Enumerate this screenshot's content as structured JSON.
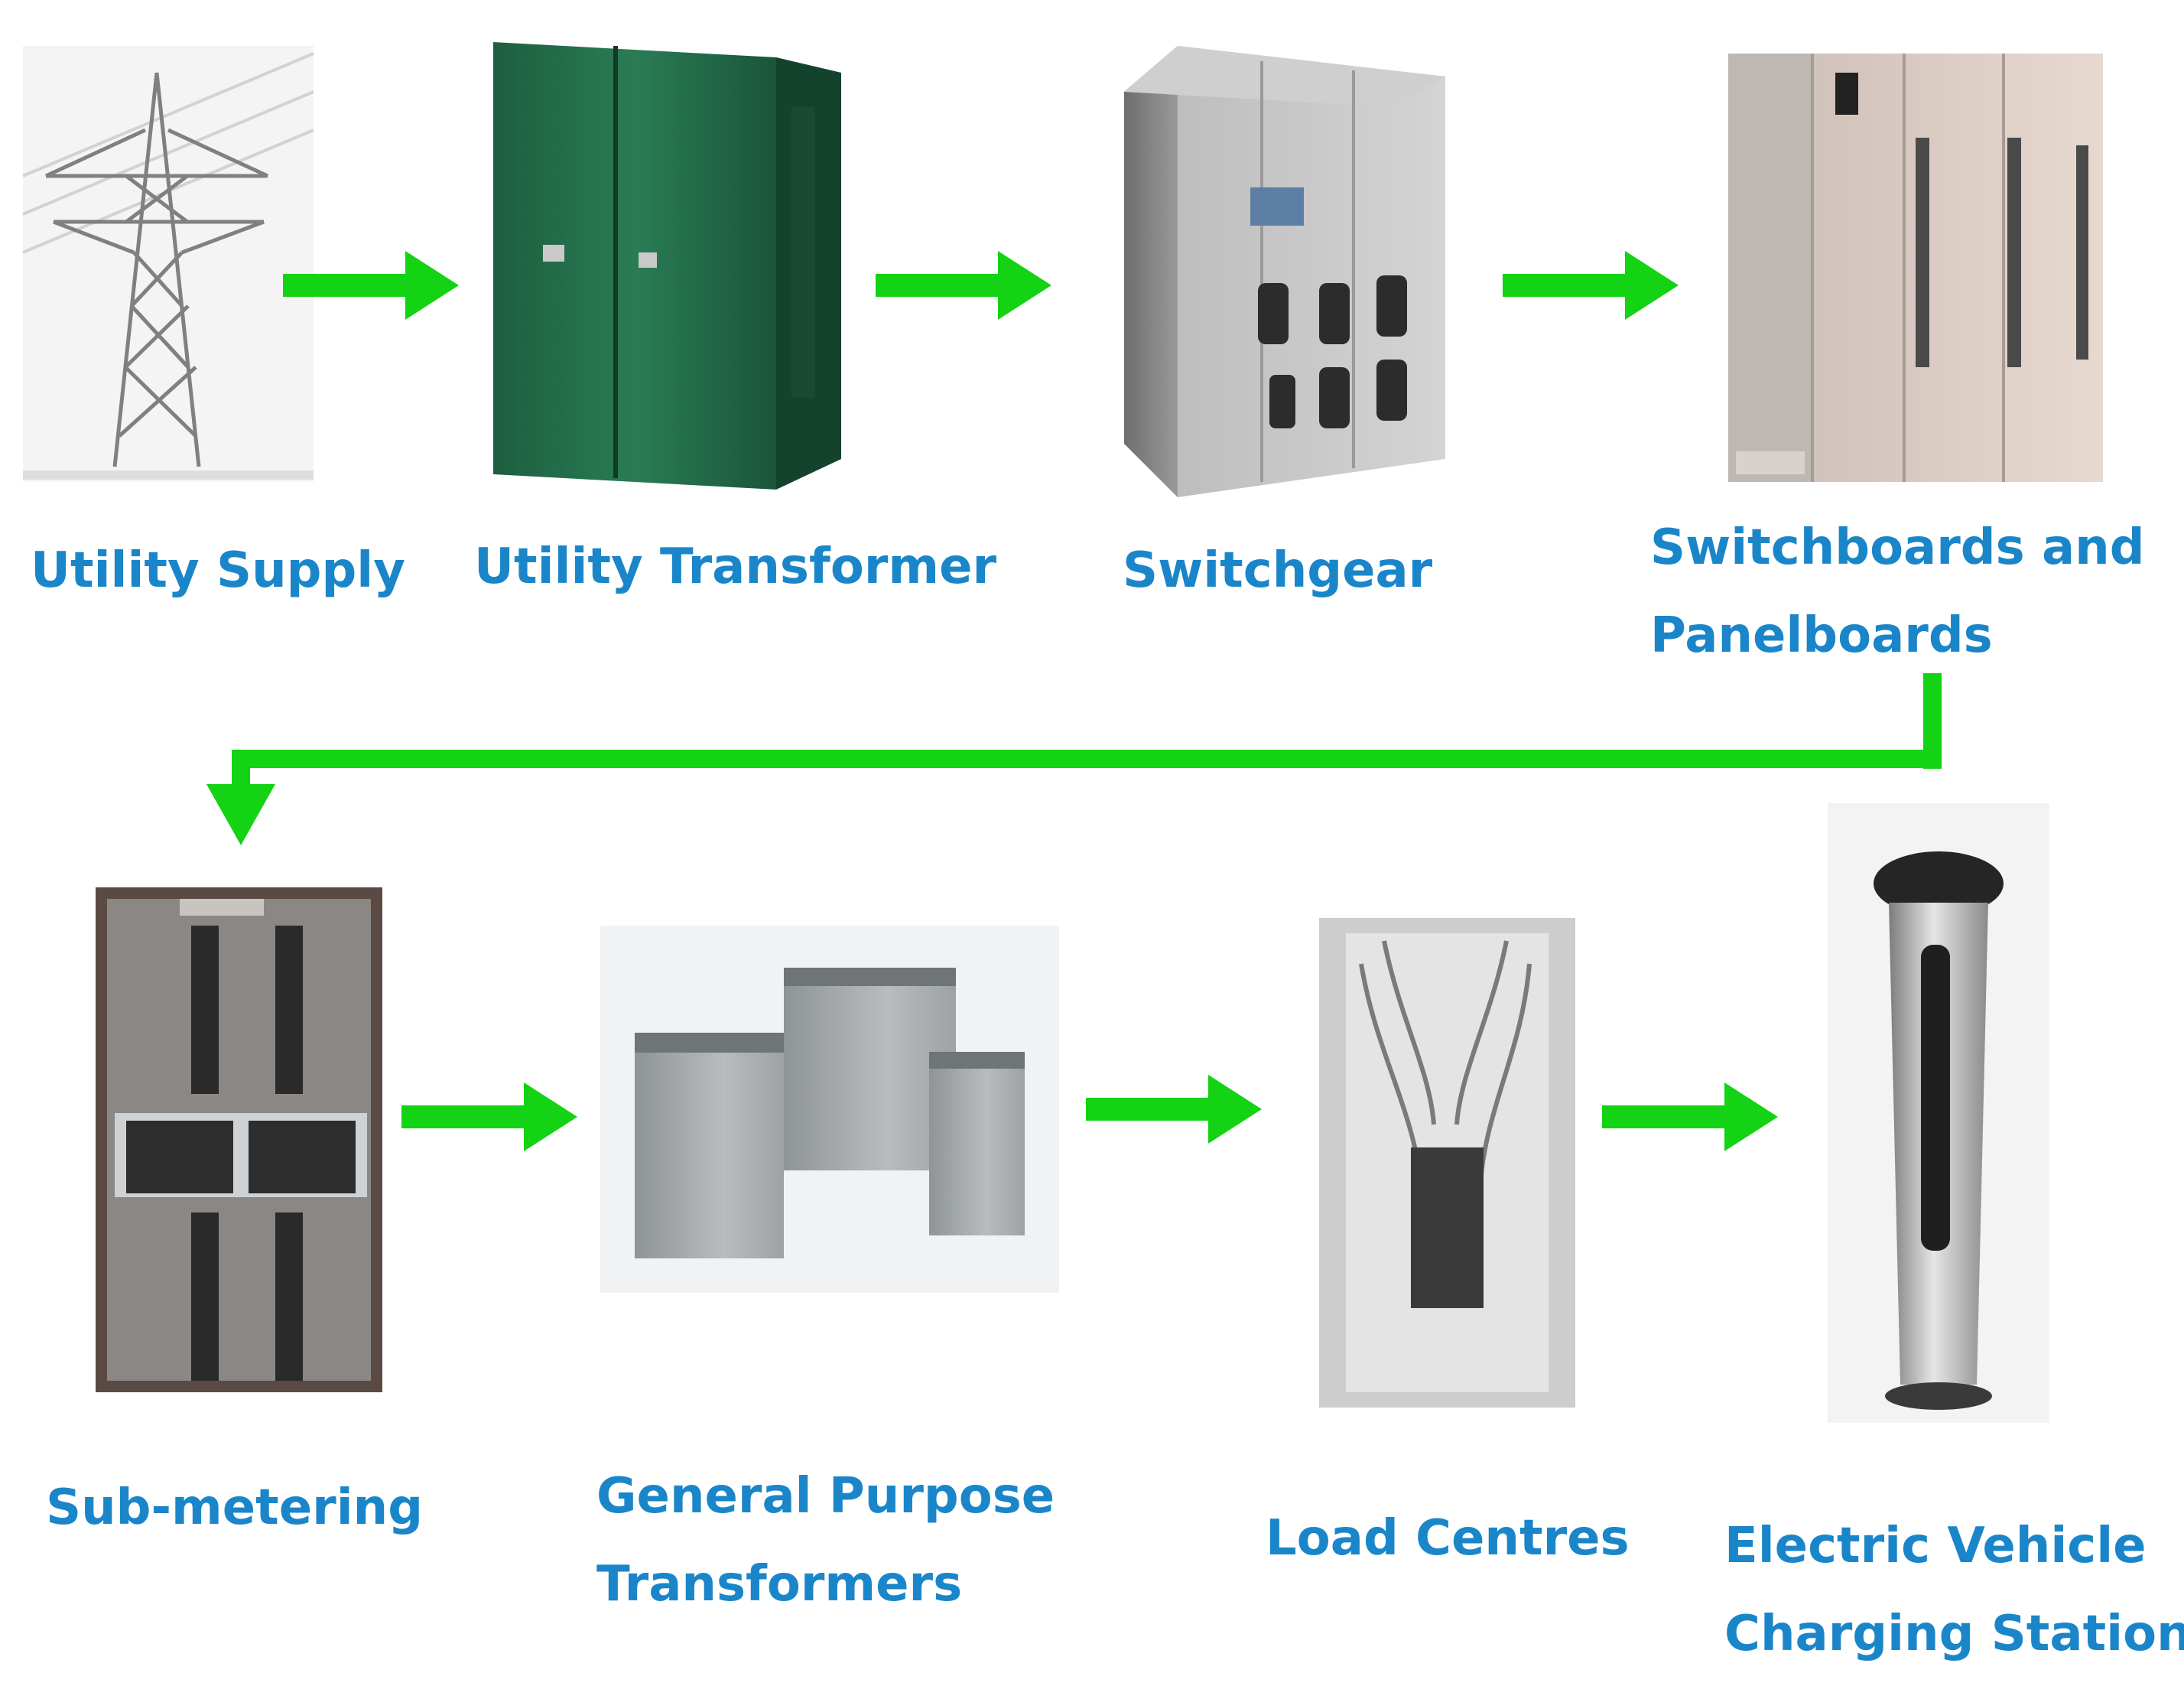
{
  "diagram": {
    "colors": {
      "arrow": "#14d214",
      "label_text": "#1a86c9",
      "background": "#ffffff"
    },
    "nodes": [
      {
        "id": "utility-supply",
        "label": "Utility Supply",
        "icon": "transmission-tower-icon"
      },
      {
        "id": "utility-transformer",
        "label": "Utility Transformer",
        "icon": "pad-mount-transformer-icon"
      },
      {
        "id": "switchgear",
        "label": "Switchgear",
        "icon": "switchgear-cabinet-icon"
      },
      {
        "id": "switchboards",
        "label_lines": [
          "Switchboards and",
          "Panelboards"
        ],
        "icon": "switchboard-panel-icon"
      },
      {
        "id": "sub-metering",
        "label": "Sub-metering",
        "icon": "breaker-panel-icon"
      },
      {
        "id": "general-purpose-transformers",
        "label_lines": [
          "General Purpose",
          "Transformers"
        ],
        "icon": "dry-type-transformers-icon"
      },
      {
        "id": "load-centres",
        "label": "Load Centres",
        "icon": "load-centre-icon"
      },
      {
        "id": "ev-charging",
        "label_lines": [
          "Electric Vehicle",
          "Charging Station"
        ],
        "icon": "ev-charger-icon"
      }
    ],
    "flow": [
      [
        "Utility Supply",
        "Utility Transformer"
      ],
      [
        "Utility Transformer",
        "Switchgear"
      ],
      [
        "Switchgear",
        "Switchboards and Panelboards"
      ],
      [
        "Switchboards and Panelboards",
        "Sub-metering"
      ],
      [
        "Sub-metering",
        "General Purpose Transformers"
      ],
      [
        "General Purpose Transformers",
        "Load Centres"
      ],
      [
        "Load Centres",
        "Electric Vehicle Charging Station"
      ]
    ]
  }
}
